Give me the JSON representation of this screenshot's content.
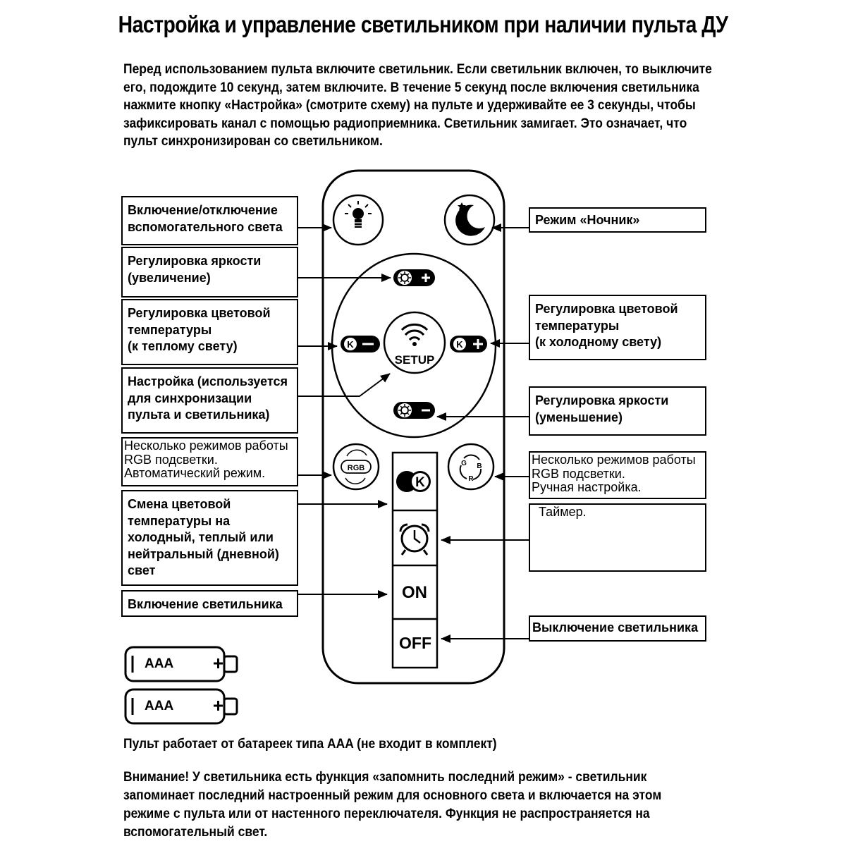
{
  "title": "Настройка и управление светильником при наличии пульта ДУ",
  "intro_lines": [
    "Перед использованием пульта включите светильник. Если светильник включен, то выключите",
    "его, подождите 10 секунд, затем включите. В течение 5 секунд после включения светильника",
    "нажмите кнопку «Настройка» (смотрите схему) на пульте и удерживайте ее 3 секунды, чтобы",
    "зафиксировать канал с помощью радиоприемника. Светильник замигает. Это означает, что",
    "пульт синхронизирован со светильником."
  ],
  "labels": {
    "aux_light": [
      "Включение/отключение",
      "вспомогательного света"
    ],
    "brightness_up": [
      "Регулировка яркости",
      "(увеличение)"
    ],
    "temp_warm": [
      "Регулировка цветовой",
      "температуры",
      "(к теплому свету)"
    ],
    "setup": [
      "Настройка (используется",
      "для синхронизации",
      "пульта и светильника)"
    ],
    "rgb_auto": [
      "Несколько режимов работы",
      "RGB подсветки.",
      "Автоматический режим."
    ],
    "color_temp": [
      "Смена цветовой",
      "температуры на",
      "холодный, теплый или",
      "нейтральный (дневной)",
      "свет"
    ],
    "light_on": [
      "Включение светильника"
    ],
    "night_mode": [
      "Режим «Ночник»"
    ],
    "temp_cold": [
      "Регулировка цветовой",
      "температуры",
      "(к холодному свету)"
    ],
    "brightness_down": [
      "Регулировка яркости",
      "(уменьшение)"
    ],
    "rgb_manual": [
      "Несколько режимов работы",
      "RGB подсветки.",
      "Ручная настройка."
    ],
    "timer": [
      "Таймер."
    ],
    "light_off": [
      "Выключение светильника"
    ]
  },
  "remote": {
    "setup_label": "SETUP",
    "on_label": "ON",
    "off_label": "OFF",
    "rgb_label": "RGB",
    "kelvin_label": "K"
  },
  "battery_label": "AAA",
  "battery_note": "Пульт работает от батареек типа AAA (не входит в комплект)",
  "warning_lines": [
    "Внимание! У светильника есть функция «запомнить последний режим» - светильник",
    "запоминает последний настроенный режим для основного света и включается на этом",
    "режиме с пульта или от настенного переключателя. Функция не распространяется на",
    "вспомогательный свет."
  ]
}
